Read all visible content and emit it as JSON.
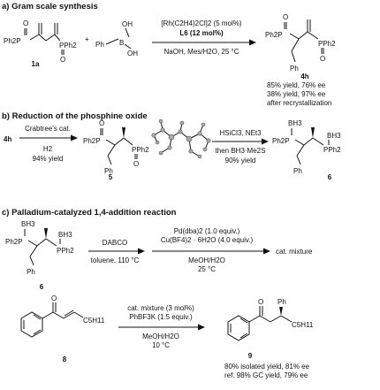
{
  "section_a": {
    "header": "a) Gram scale synthesis",
    "plus": "+",
    "reactant1_label": "1a",
    "boronic": {
      "oh_top": "OH",
      "oh_bottom": "OH",
      "ph": "Ph",
      "b": "B"
    },
    "cond_above_1": "[Rh(C2H4)2Cl]2 (5 mol%)",
    "cond_above_2": "L6 (12 mol%)",
    "cond_below": "NaOH, Mes/H2O, 25 °C",
    "product_label": "4h",
    "yield_1": "85% yield, 76% ee",
    "yield_2": "38% yield, 97% ee",
    "yield_3": "after recrystallization"
  },
  "section_b": {
    "header": "b) Reduction of the phosphine oxide",
    "start_label": "4h",
    "step1_above": "Crabtree's cat.",
    "step1_mid": "H2",
    "step1_below": "94% yield",
    "product5_label": "5",
    "step2_above": "HSiCl3, NEt3",
    "step2_mid": "then BH3·Me2S",
    "step2_below": "90% yield",
    "product6_label": "6"
  },
  "section_c": {
    "header": "c) Palladium-catalyzed 1,4-addition reaction",
    "ligand_label": "6",
    "step1_above": "DABCO",
    "step1_below": "toluene, 110 °C",
    "step2_above_1": "Pd(dba)2 (1.0 equiv.)",
    "step2_above_2": "Cu(BF4)2 · 6H2O (4.0 equiv.)",
    "step2_below_1": "MeOH/H2O",
    "step2_below_2": "25 °C",
    "product_text": "cat. mixture",
    "substrate_label": "8",
    "step3_above_1": "cat. mixture (3 mol%)",
    "step3_above_2": "PhBF3K (1.5 equiv.)",
    "step3_below_1": "MeOH/H2O",
    "step3_below_2": "10 °C",
    "final_label": "9",
    "final_yield_1": "80% isolated yield, 81% ee",
    "final_yield_2": "ref. 98% GC yield, 79% ee"
  },
  "atoms": {
    "ph2p": "Ph2P",
    "pph2": "PPh2",
    "o": "O",
    "ph": "Ph",
    "bh3": "BH3",
    "c5h11": "C5H11"
  }
}
